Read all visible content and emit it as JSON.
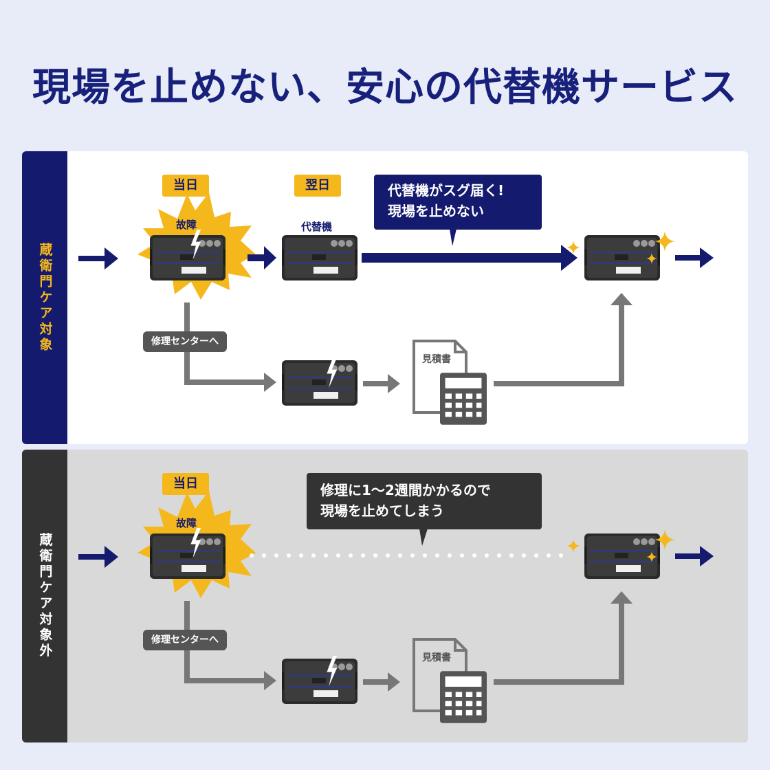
{
  "page": {
    "title": "現場を止めない、安心の代替機サービス"
  },
  "covered": {
    "side_label": "蔵衛門ケア対象",
    "day_today": "当日",
    "day_next": "翌日",
    "broken_label": "故障",
    "replacement_label": "代替機",
    "bubble_line1": "代替機がスグ届く!",
    "bubble_line2": "現場を止めない",
    "repair_center": "修理センターへ",
    "estimate": "見積書"
  },
  "not_covered": {
    "side_label": "蔵衛門ケア対象外",
    "day_today": "当日",
    "broken_label": "故障",
    "bubble_line1": "修理に1〜2週間かかるので",
    "bubble_line2": "現場を止めてしまう",
    "repair_center": "修理センターへ",
    "estimate": "見積書"
  },
  "colors": {
    "navy": "#141a6e",
    "yellow": "#f5b81c",
    "gray_flow": "#777777",
    "dark_gray": "#333333"
  },
  "icons": [
    "arrow-right-icon",
    "burst-icon",
    "tablet-icon",
    "crack-icon",
    "sparkle-icon",
    "document-icon",
    "calculator-icon"
  ]
}
